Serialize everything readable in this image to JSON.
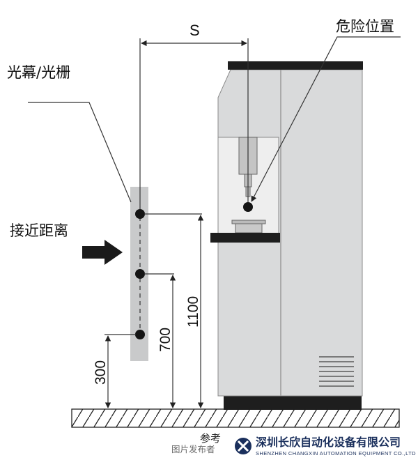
{
  "labels": {
    "light_curtain": "光幕/光栅",
    "approach_distance": "接近距离",
    "danger_position": "危险位置",
    "distance_symbol": "S"
  },
  "dimensions": {
    "beam_top_height": "1100",
    "beam_mid_height": "700",
    "beam_bottom_height": "300"
  },
  "watermark": {
    "company_name": "深圳长欣自动化设备有限公司",
    "company_name_en": "SHENZHEN CHANGXIN AUTOMATION EQUIPMENT CO.,LTD",
    "source_prefix": "图片发布者",
    "partial_text": "参考"
  },
  "colors": {
    "machine_body": "#d9dadb",
    "machine_dark": "#1e1e1e",
    "light_curtain_strip": "#c9cacb",
    "beam_dot": "#151515",
    "arrow": "#1a1a1a",
    "brand": "#1a2f5c"
  }
}
